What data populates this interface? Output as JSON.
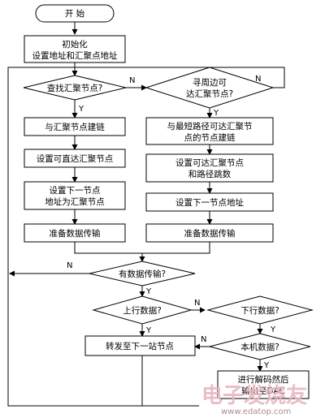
{
  "nodes": {
    "start": "开 始",
    "init": [
      "初始化",
      "设置地址和汇聚点地址"
    ],
    "find_sink": "查找汇聚节点?",
    "find_neighbor": [
      "寻周边可",
      "达汇聚节点?"
    ],
    "link_sink": "与汇聚节点建链",
    "set_reachable": "设置可直达汇聚节点",
    "set_next_sink": [
      "设置下一节点",
      "地址为汇聚节点"
    ],
    "prepare_left": "准备数据传输",
    "link_shortest": [
      "与最短路径可达汇聚节",
      "点的节点建链"
    ],
    "set_reachable_hops": [
      "设置可达汇聚节点",
      "和路径跳数"
    ],
    "set_next_addr": "设置下一节点地址",
    "prepare_right": "准备数据传输",
    "has_data": "有数据传输?",
    "uplink": "上行数据?",
    "downlink": "下行数据?",
    "local_data": "本机数据?",
    "forward": "转发至下一站节点",
    "decode": [
      "进行解码然后",
      "输出至DAC"
    ]
  },
  "labels": {
    "yes": "Y",
    "no": "N"
  },
  "watermark": {
    "brand": "电子发烧友",
    "url": "www.edatop.com"
  }
}
